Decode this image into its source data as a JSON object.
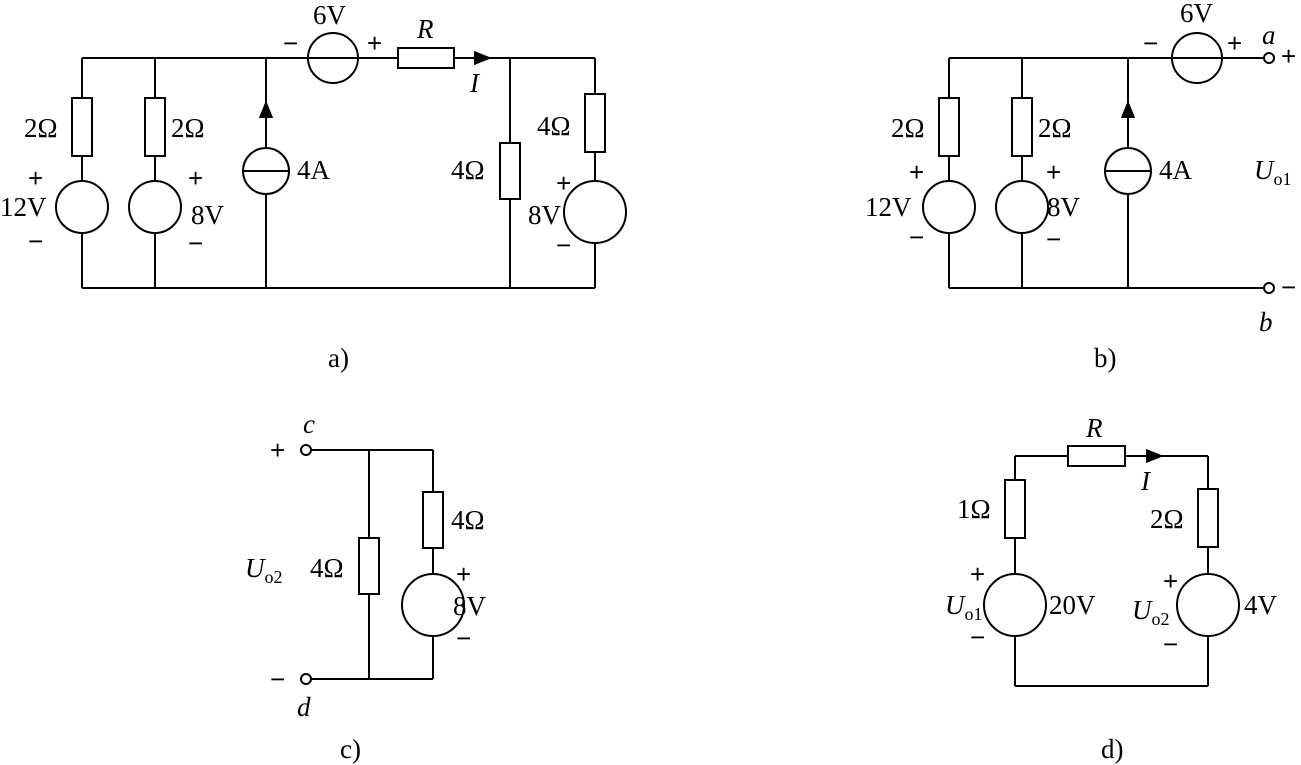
{
  "panel_a": {
    "caption": "a)",
    "r1": "2Ω",
    "r2": "2Ω",
    "v1": "12V",
    "v2": "8V",
    "top_source": "6V",
    "current_source": "4A",
    "resistor_R": "R",
    "current_I": "I",
    "r3": "4Ω",
    "r4": "4Ω",
    "v3": "8V",
    "plus": "+",
    "minus": "−"
  },
  "panel_b": {
    "caption": "b)",
    "r1": "2Ω",
    "r2": "2Ω",
    "v1": "12V",
    "v2": "8V",
    "top_source": "6V",
    "current_source": "4A",
    "terminal_a": "a",
    "terminal_b": "b",
    "voltage_main": "U",
    "voltage_sub": "o1",
    "plus": "+",
    "minus": "−"
  },
  "panel_c": {
    "caption": "c)",
    "terminal_c": "c",
    "terminal_d": "d",
    "voltage_main": "U",
    "voltage_sub": "o2",
    "r1": "4Ω",
    "r2": "4Ω",
    "v1": "8V",
    "plus": "+",
    "minus": "−"
  },
  "panel_d": {
    "caption": "d)",
    "resistor_R": "R",
    "current_I": "I",
    "r1": "1Ω",
    "r2": "2Ω",
    "v1": "20V",
    "v2": "4V",
    "u1_main": "U",
    "u1_sub": "o1",
    "u2_main": "U",
    "u2_sub": "o2",
    "plus": "+",
    "minus": "−"
  }
}
